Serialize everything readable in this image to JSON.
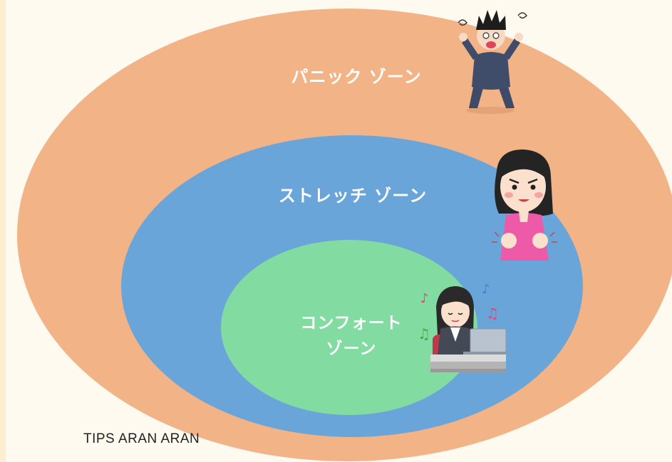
{
  "zones": {
    "panic": {
      "label": "パニック ゾーン",
      "color": "#f2b386"
    },
    "stretch": {
      "label": "ストレッチ ゾーン",
      "color": "#6aa5d9"
    },
    "comfort": {
      "label_line1": "コンフォート",
      "label_line2": "ゾーン",
      "color": "#82dba0"
    }
  },
  "watermark": "TIPS  ARAN ARAN"
}
